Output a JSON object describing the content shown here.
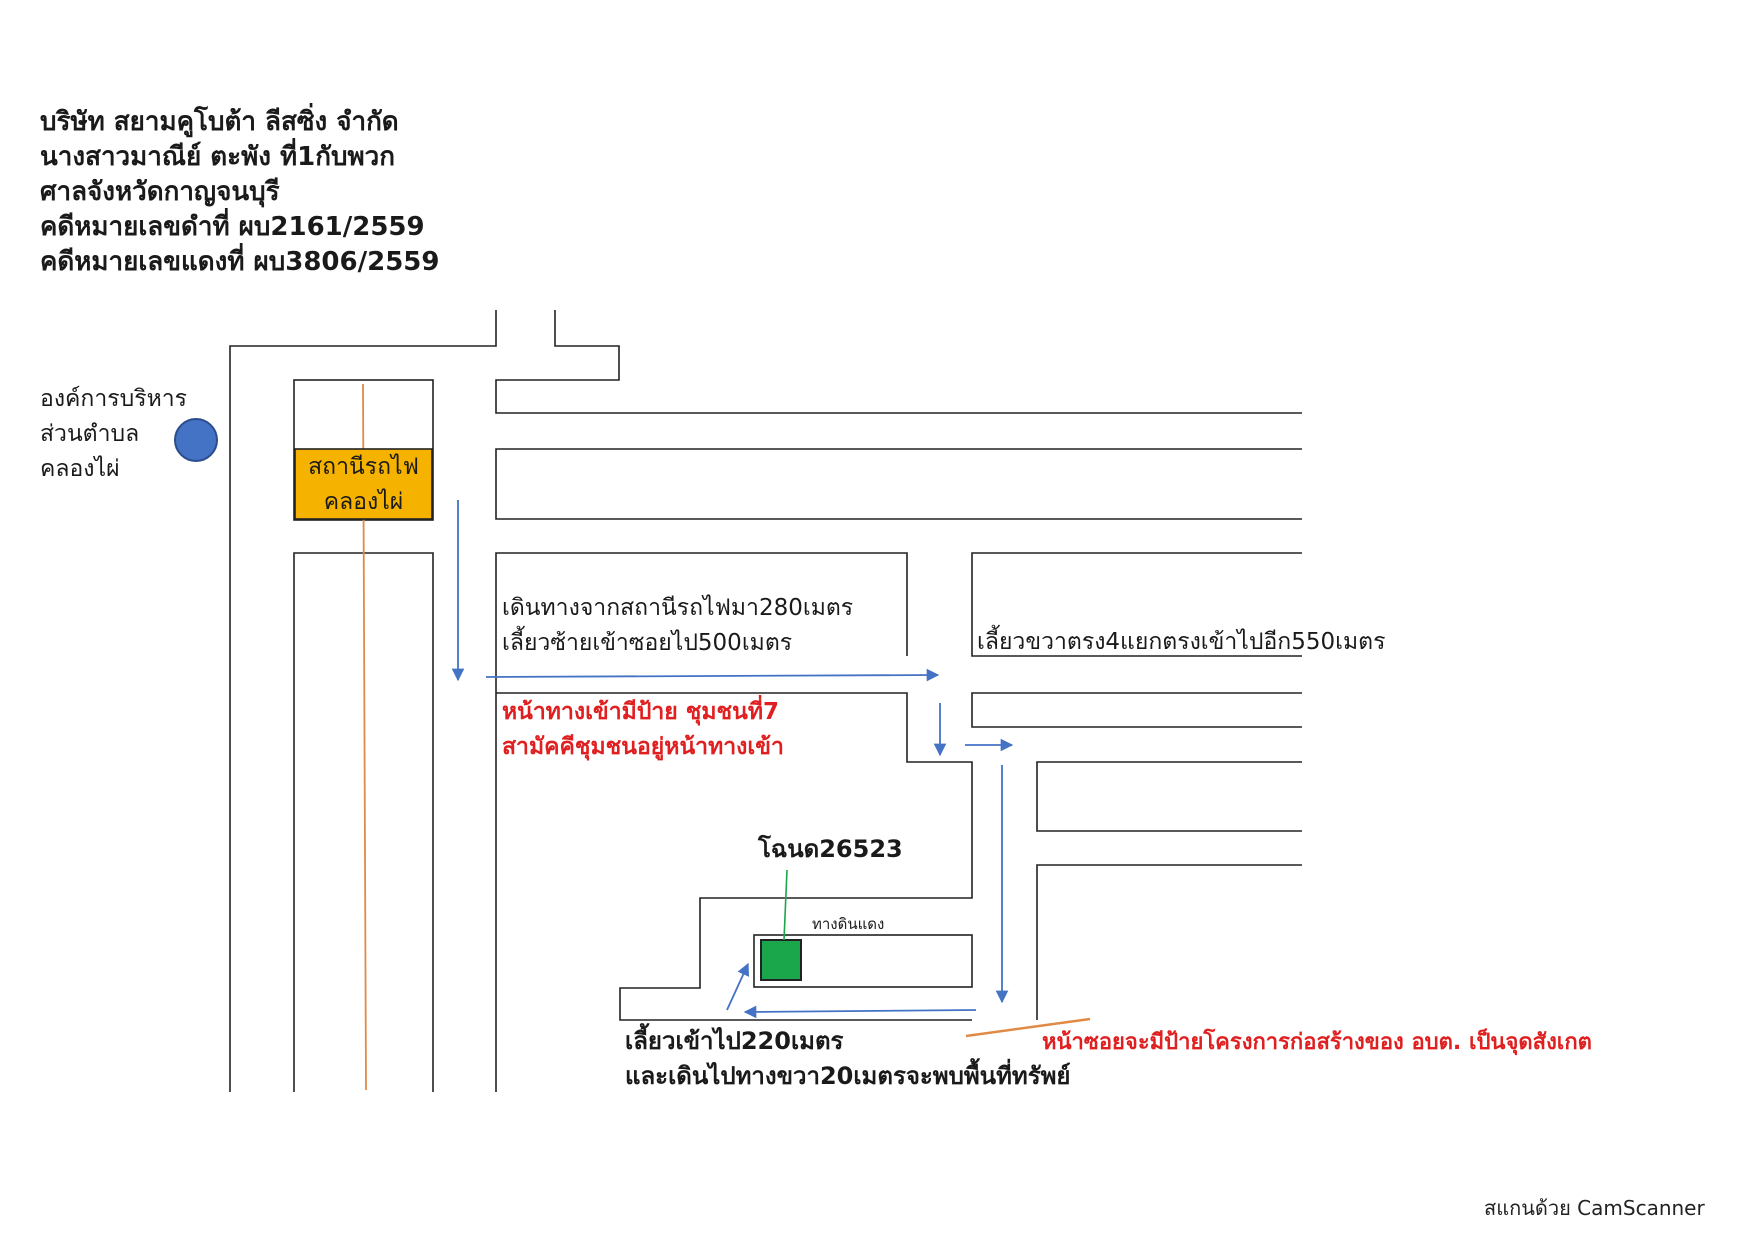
{
  "header": {
    "lines": [
      "บริษัท สยามคูโบต้า ลีสซิ่ง จำกัด",
      "นางสาวมาณีย์ ตะพัง ที่1กับพวก",
      "ศาลจังหวัดกาญจนบุรี",
      "คดีหมายเลขดำที่ ผบ2161/2559",
      "คดีหมายเลขแดงที่ ผบ3806/2559"
    ]
  },
  "landmark": {
    "lines": [
      "องค์การบริหาร",
      "ส่วนตำบล",
      "คลองไผ่"
    ],
    "marker_color": "#4472c4"
  },
  "station": {
    "lines": [
      "สถานีรถไฟ",
      "คลองไผ่"
    ],
    "fill_color": "#f5b300"
  },
  "directions": {
    "walk": [
      "เดินทางจากสถานีรถไฟมา280เมตร",
      "เลี้ยวซ้ายเข้าซอยไป500เมตร"
    ],
    "turn_right": "เลี้ยวขวาตรง4แยกตรงเข้าไปอีก550เมตร",
    "entrance_sign": [
      "หน้าทางเข้ามีป้าย ชุมชนที่7",
      "สามัคคีชุมชนอยู่หน้าทางเข้า"
    ],
    "final": [
      "เลี้ยวเข้าไป220เมตร",
      "และเดินไปทางขวา20เมตรจะพบพื้นที่ทรัพย์"
    ],
    "soi_sign": "หน้าซอยจะมีป้ายโครงการก่อสร้างของ อบต. เป็นจุดสังเกต"
  },
  "parcel": {
    "label": "โฉนด26523",
    "road_label": "ทางดินแดง",
    "marker_color": "#1aa64a"
  },
  "colors": {
    "road_line": "#222222",
    "arrow": "#4472c4",
    "railway": "#e08a45",
    "accent_red": "#e02020"
  },
  "footer": {
    "text": "สแกนด้วย CamScanner"
  }
}
